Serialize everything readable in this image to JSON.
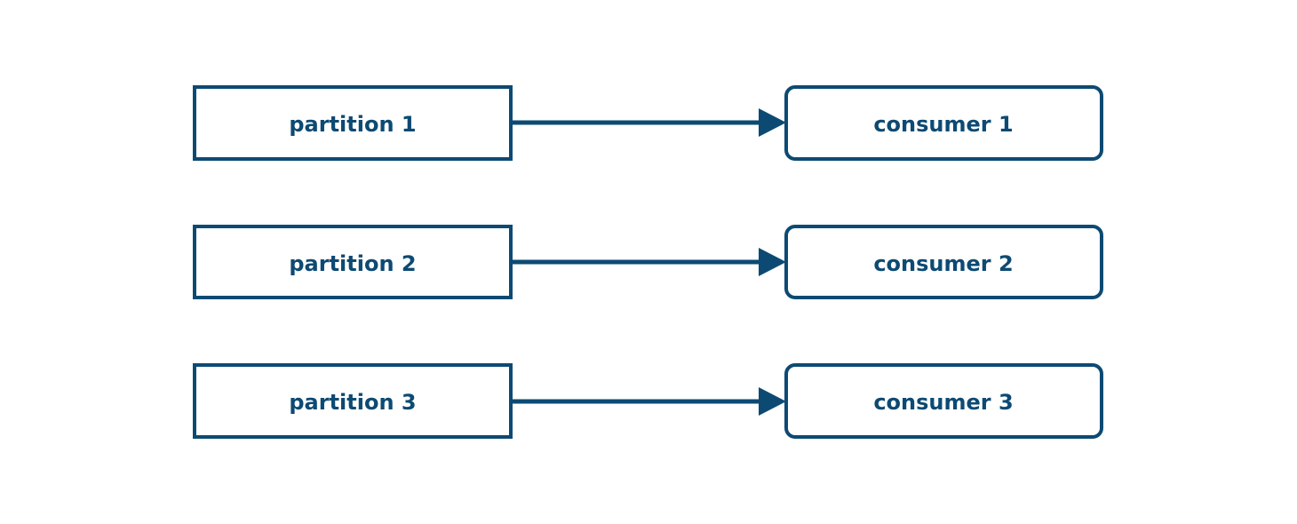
{
  "colors": {
    "stroke": "#0d4a73",
    "text": "#0d4a73",
    "background": "#ffffff"
  },
  "rows": [
    {
      "partition": "partition 1",
      "consumer": "consumer 1"
    },
    {
      "partition": "partition 2",
      "consumer": "consumer 2"
    },
    {
      "partition": "partition 3",
      "consumer": "consumer 3"
    }
  ]
}
